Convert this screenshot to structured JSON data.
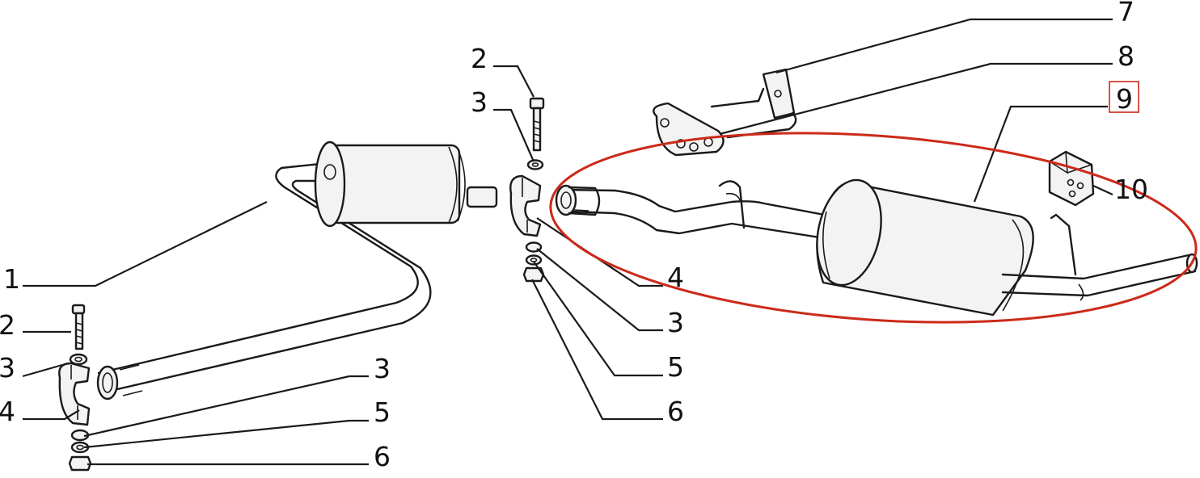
{
  "diagram": {
    "highlight_color": "#cc2a1a",
    "highlighted_label": "9",
    "callouts": [
      {
        "id": "c-1",
        "label": "1"
      },
      {
        "id": "c-2a",
        "label": "2"
      },
      {
        "id": "c-3a",
        "label": "3"
      },
      {
        "id": "c-4a",
        "label": "4"
      },
      {
        "id": "c-3b",
        "label": "3"
      },
      {
        "id": "c-5a",
        "label": "5"
      },
      {
        "id": "c-6a",
        "label": "6"
      },
      {
        "id": "c-2b",
        "label": "2"
      },
      {
        "id": "c-3c",
        "label": "3"
      },
      {
        "id": "c-4b",
        "label": "4"
      },
      {
        "id": "c-3d",
        "label": "3"
      },
      {
        "id": "c-5b",
        "label": "5"
      },
      {
        "id": "c-6b",
        "label": "6"
      },
      {
        "id": "c-7",
        "label": "7"
      },
      {
        "id": "c-8",
        "label": "8"
      },
      {
        "id": "c-9",
        "label": "9"
      },
      {
        "id": "c-10",
        "label": "10"
      }
    ]
  }
}
